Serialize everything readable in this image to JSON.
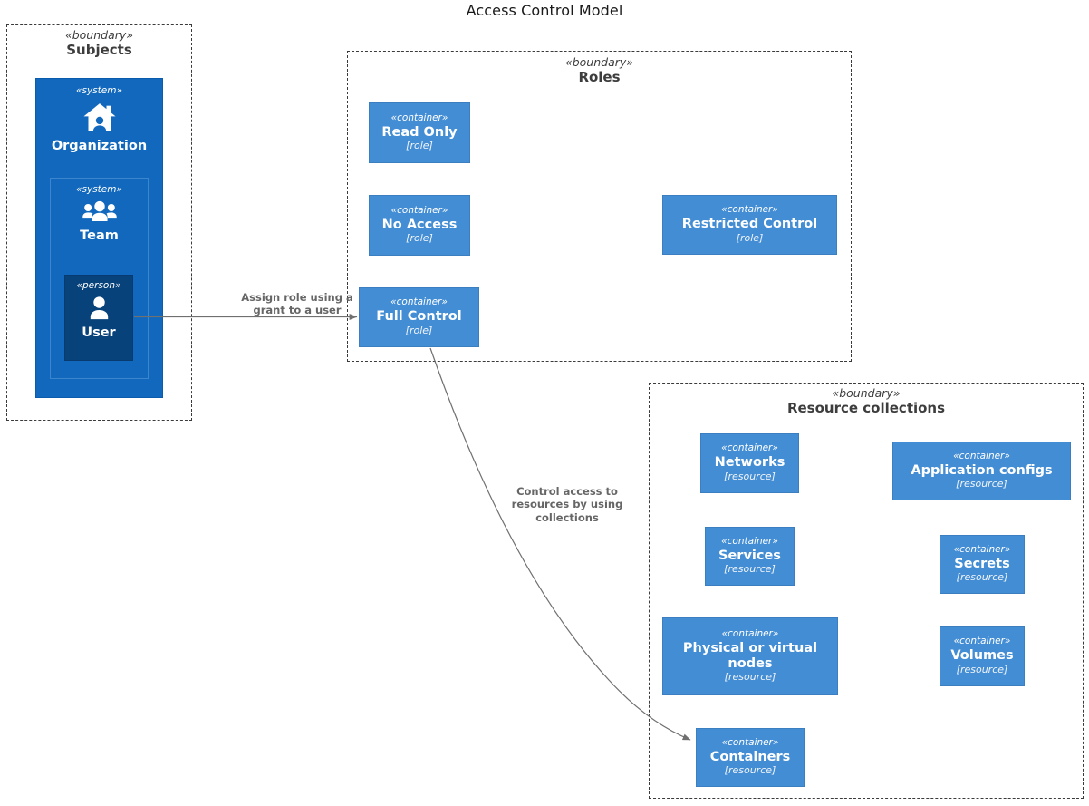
{
  "diagram": {
    "title": "Access Control Model"
  },
  "boundaries": [
    {
      "id": "subjects",
      "stereotype": "«boundary»",
      "name": "Subjects"
    },
    {
      "id": "roles",
      "stereotype": "«boundary»",
      "name": "Roles"
    },
    {
      "id": "resources",
      "stereotype": "«boundary»",
      "name": "Resource collections"
    }
  ],
  "nodes": {
    "organization": {
      "stereotype": "«system»",
      "name": "Organization",
      "tech": "",
      "icon": "organization-house-icon"
    },
    "team": {
      "stereotype": "«system»",
      "name": "Team",
      "tech": "",
      "icon": "team-people-icon"
    },
    "user": {
      "stereotype": "«person»",
      "name": "User",
      "tech": "",
      "icon": "person-icon"
    },
    "read_only": {
      "stereotype": "«container»",
      "name": "Read Only",
      "tech": "[role]"
    },
    "no_access": {
      "stereotype": "«container»",
      "name": "No Access",
      "tech": "[role]"
    },
    "full_control": {
      "stereotype": "«container»",
      "name": "Full Control",
      "tech": "[role]"
    },
    "restricted_control": {
      "stereotype": "«container»",
      "name": "Restricted Control",
      "tech": "[role]"
    },
    "networks": {
      "stereotype": "«container»",
      "name": "Networks",
      "tech": "[resource]"
    },
    "application_configs": {
      "stereotype": "«container»",
      "name": "Application configs",
      "tech": "[resource]"
    },
    "services": {
      "stereotype": "«container»",
      "name": "Services",
      "tech": "[resource]"
    },
    "secrets": {
      "stereotype": "«container»",
      "name": "Secrets",
      "tech": "[resource]"
    },
    "nodes_phys": {
      "stereotype": "«container»",
      "name": "Physical or virtual nodes",
      "tech": "[resource]"
    },
    "volumes": {
      "stereotype": "«container»",
      "name": "Volumes",
      "tech": "[resource]"
    },
    "containers": {
      "stereotype": "«container»",
      "name": "Containers",
      "tech": "[resource]"
    }
  },
  "edges": [
    {
      "id": "assign-role",
      "from": "user",
      "to": "full_control",
      "label": "Assign role using a\ngrant to a user"
    },
    {
      "id": "control-access",
      "from": "full_control",
      "to": "containers",
      "label": "Control access to\nresources by using\ncollections"
    }
  ],
  "colors": {
    "container": "#438DD5",
    "system": "#1168BD",
    "person": "#08427B",
    "boundary_stroke": "#3b3b3b",
    "edge_stroke": "#707070",
    "label_text": "#666666",
    "title_text": "#1a1a1a",
    "canvas": "#ffffff"
  }
}
